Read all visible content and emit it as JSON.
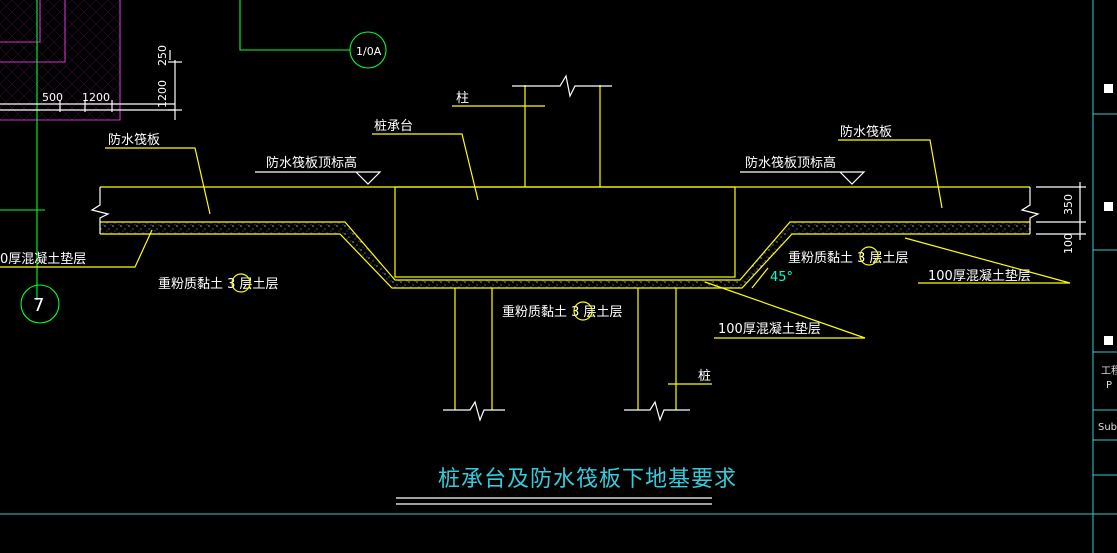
{
  "labels": {
    "pile_column": "柱",
    "pile_cap": "桩承台",
    "raft_left": "防水筏板",
    "raft_right": "防水筏板",
    "raft_top_elev_left": "防水筏板顶标高",
    "raft_top_elev_right": "防水筏板顶标高",
    "cushion_left": "0厚混凝土垫层",
    "cushion_right": "100厚混凝土垫层",
    "cushion_bottom": "100厚混凝土垫层",
    "soil_left": "重粉质黏土 3 层土层",
    "soil_center": "重粉质黏土 3 层土层",
    "soil_right": "重粉质黏土 3 层土层",
    "pile": "桩",
    "angle": "45°",
    "grid_axis_7": "7",
    "grid_axis_1A": "1/0A",
    "dim_500": "500",
    "dim_1200_h": "1200",
    "dim_1200_v": "1200",
    "dim_250": "250",
    "dim_350": "350",
    "dim_100": "100",
    "title": "桩承台及防水筏板下地基要求",
    "side_text_1": "工程",
    "side_text_2": "P",
    "side_text_3": "Sub"
  },
  "colors": {
    "background": "#000000",
    "structure": "#ffff00",
    "text": "#ffffff",
    "grid": "#00ff33",
    "boundary": "#cc33cc",
    "title": "#33ccdd"
  }
}
